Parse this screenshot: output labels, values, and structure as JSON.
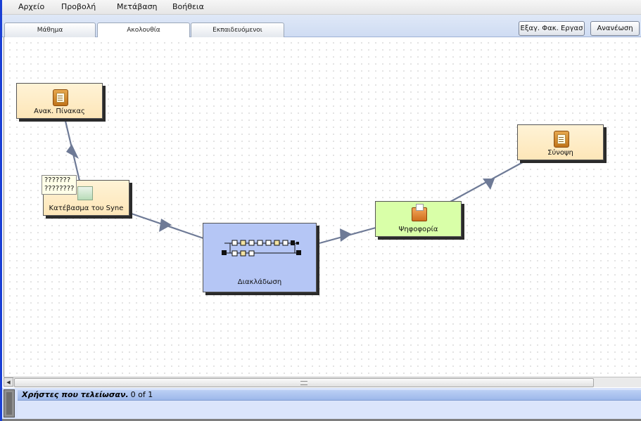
{
  "menu": [
    "Αρχείο",
    "Προβολή",
    "Μετάβαση",
    "Βοήθεια"
  ],
  "tabs": [
    {
      "label": "Μάθημα",
      "active": false
    },
    {
      "label": "Ακολουθία",
      "active": true
    },
    {
      "label": "Εκπαιδευόμενοι",
      "active": false
    }
  ],
  "toolbar": {
    "export_label": "Εξαγ. Φακ. Εργασ",
    "refresh_label": "Ανανέωση"
  },
  "nodes": {
    "noticeboard": {
      "label": "Ανακ. Πίνακας",
      "icon": "notebook-icon"
    },
    "download": {
      "label": "Κατέβασμα του Syne",
      "tooltip_line1": "???????",
      "tooltip_line2": "????????",
      "icon": "image-icon"
    },
    "branching": {
      "label": "Διακλάδωση",
      "icon": "branching-icon"
    },
    "vote": {
      "label": "Ψηφοφορία",
      "icon": "ballot-box-icon"
    },
    "summary": {
      "label": "Σύνοψη",
      "icon": "notebook-icon"
    }
  },
  "status": {
    "title": "Χρήστες που τελείωσαν.",
    "count": "0 of 1"
  },
  "colors": {
    "accent_blue": "#1a3fd4",
    "tool_fill": "#fde6b8",
    "gate_fill": "#d9ffa8",
    "branch_fill": "#b5c6f5",
    "edge": "#6e7a96"
  }
}
